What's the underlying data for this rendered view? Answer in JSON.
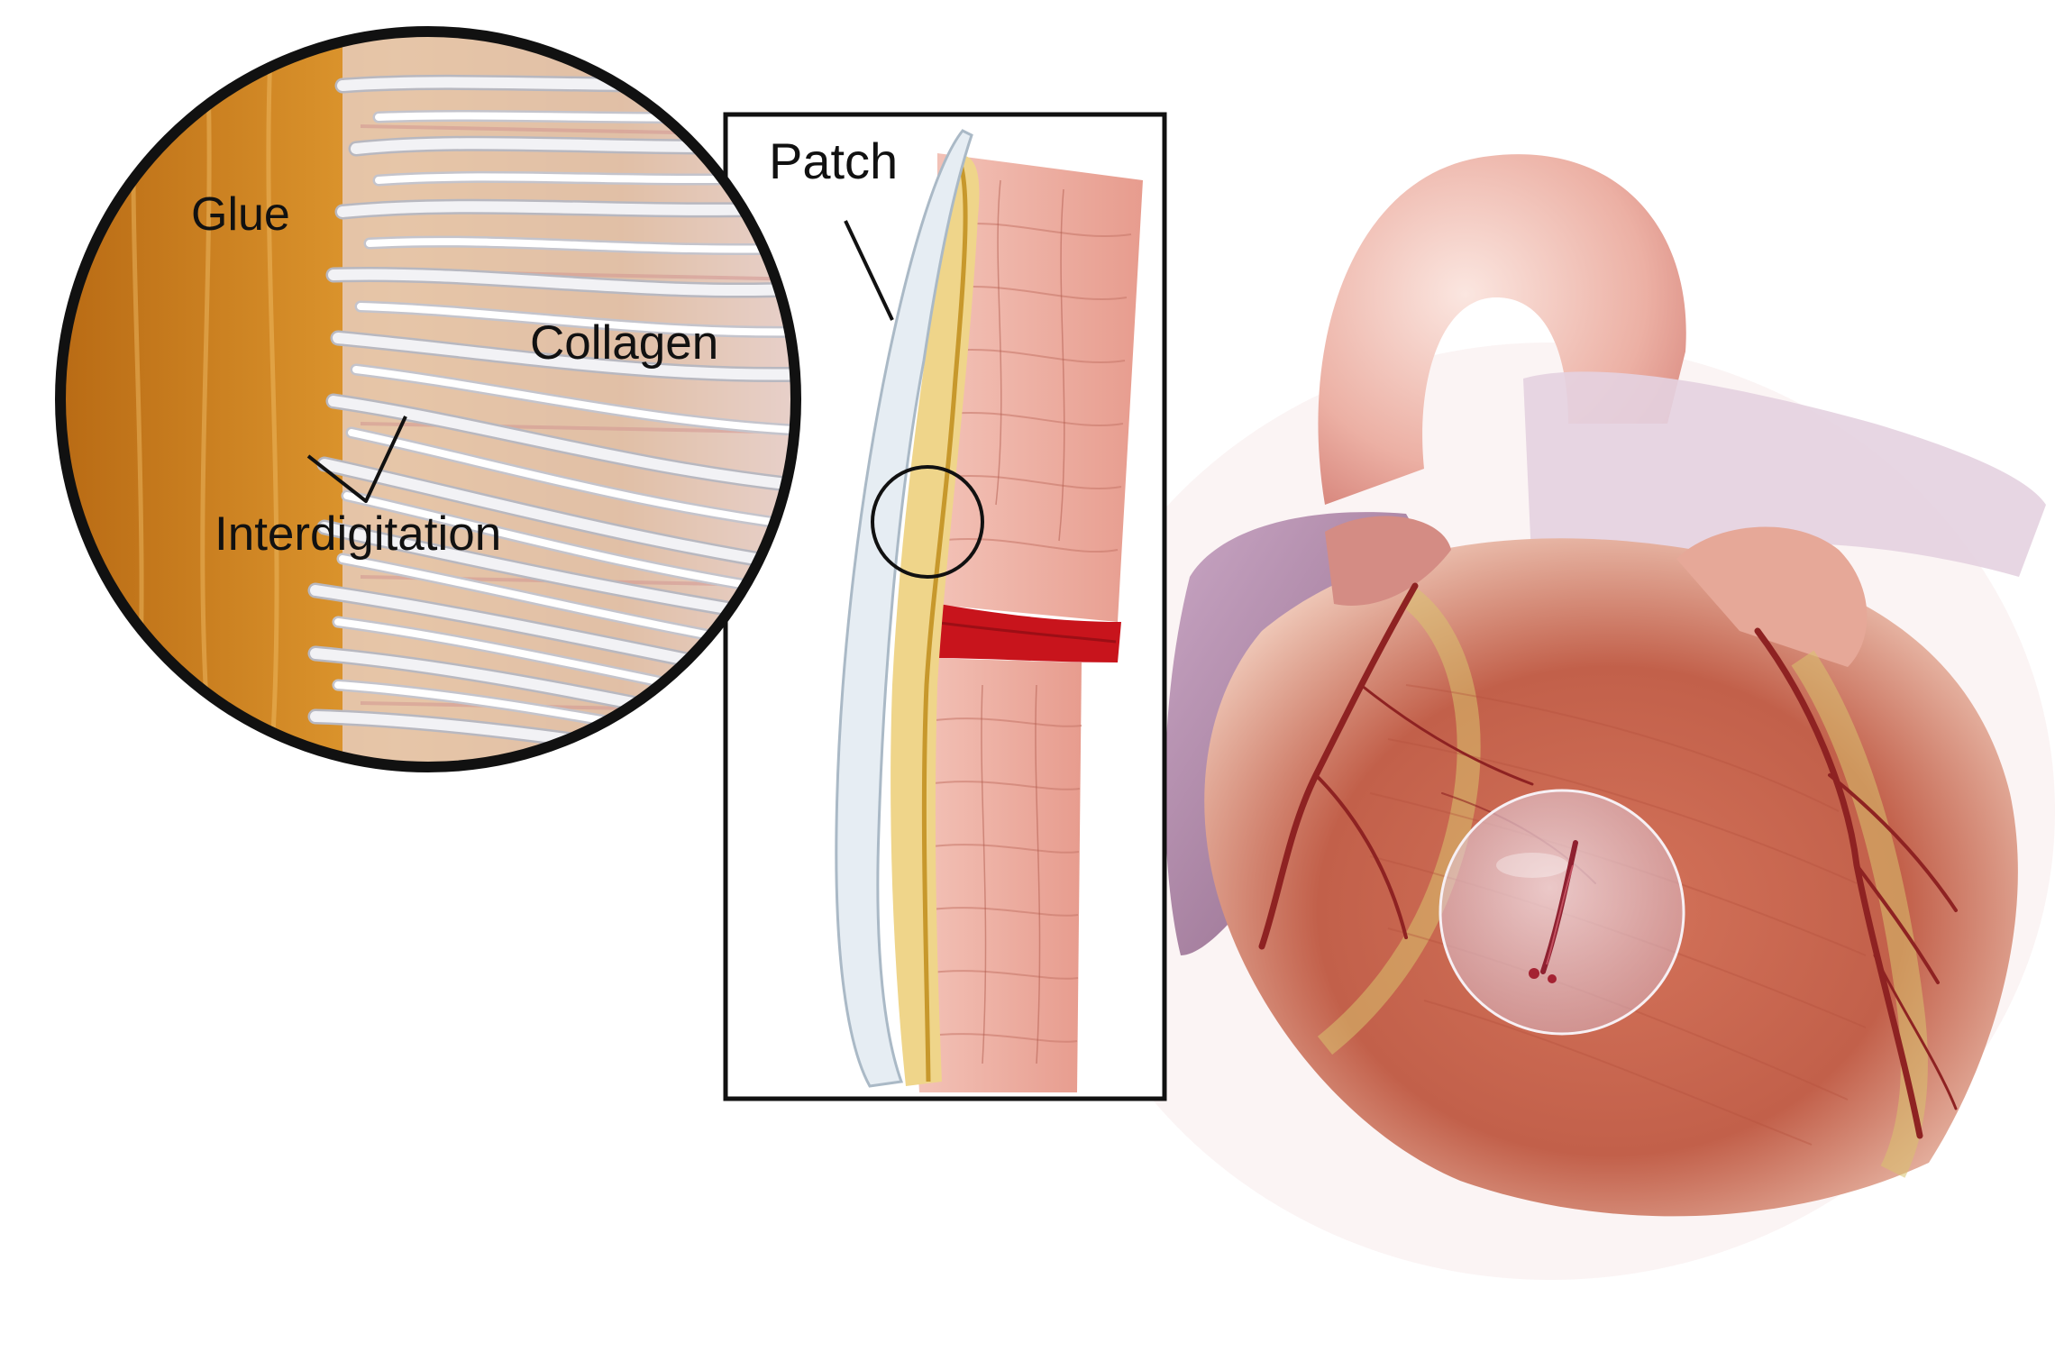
{
  "labels": {
    "glue": "Glue",
    "collagen": "Collagen",
    "interdigitation": "Interdigitation",
    "patch": "Patch"
  },
  "colors": {
    "glue": "#d98f2a",
    "collagen_fiber": "#e8e8ec",
    "myocardium": "#e9a99c",
    "wound": "#c8141c",
    "patch": "#dfe8f0",
    "heart_muscle": "#c96a55",
    "atrium": "#a07a9c",
    "vessel": "#9c2a2a",
    "fat": "#d8c070",
    "outline": "#111111"
  }
}
